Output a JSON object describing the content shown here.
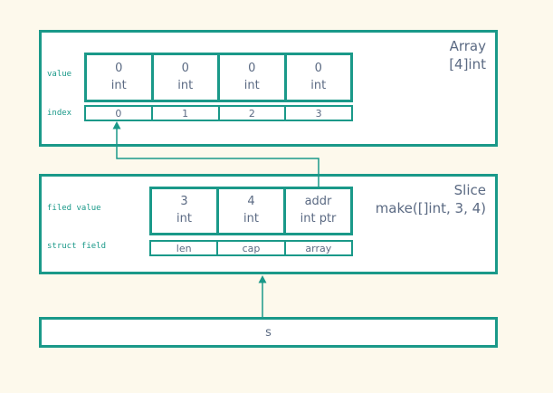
{
  "colors": {
    "teal": "#1a9989",
    "text": "#5b6a83",
    "bg": "#fdf9ec"
  },
  "array_box": {
    "title_line1": "Array",
    "title_line2": "[4]int",
    "row_labels": {
      "value": "value",
      "index": "index"
    },
    "cells": [
      {
        "value": "0",
        "type": "int"
      },
      {
        "value": "0",
        "type": "int"
      },
      {
        "value": "0",
        "type": "int"
      },
      {
        "value": "0",
        "type": "int"
      }
    ],
    "indexes": [
      "0",
      "1",
      "2",
      "3"
    ]
  },
  "slice_box": {
    "title_line1": "Slice",
    "title_line2": "make([]int, 3, 4)",
    "row_labels": {
      "field_value": "filed value",
      "struct_field": "struct field"
    },
    "cells": [
      {
        "value": "3",
        "type": "int"
      },
      {
        "value": "4",
        "type": "int"
      },
      {
        "value": "addr",
        "type": "int ptr"
      }
    ],
    "fields": [
      "len",
      "cap",
      "array"
    ]
  },
  "s_box": {
    "label": "s"
  },
  "arrows": [
    {
      "from": "slice-array-field",
      "to": "array-index-0"
    },
    {
      "from": "s-box",
      "to": "slice-box"
    }
  ]
}
